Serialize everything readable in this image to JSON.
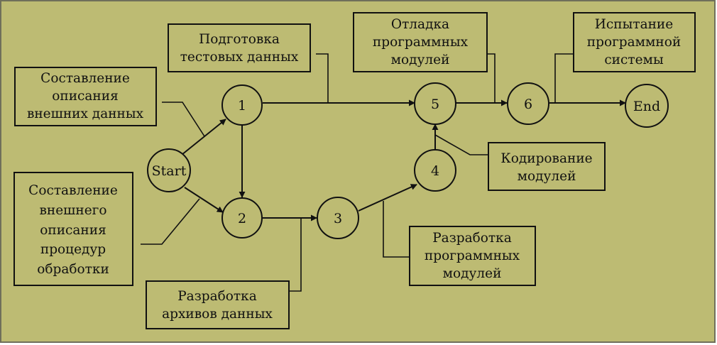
{
  "nodes": {
    "start": "Start",
    "n1": "1",
    "n2": "2",
    "n3": "3",
    "n4": "4",
    "n5": "5",
    "n6": "6",
    "end": "End"
  },
  "boxes": {
    "test_data": [
      "Подготовка",
      "тестовых данных"
    ],
    "debug_modules": [
      "Отладка",
      "программных",
      "модулей"
    ],
    "system_testing": [
      "Испытание",
      "программной",
      "системы"
    ],
    "external_data_description": [
      "Составление",
      "описания",
      "внешних данных"
    ],
    "external_procedures_description": [
      "Составление",
      "внешнего",
      "описания",
      "процедур",
      "обработки"
    ],
    "coding_modules": [
      "Кодирование",
      "модулей"
    ],
    "develop_modules": [
      "Разработка",
      "программных",
      "модулей"
    ],
    "develop_archives": [
      "Разработка",
      "архивов данных"
    ]
  }
}
